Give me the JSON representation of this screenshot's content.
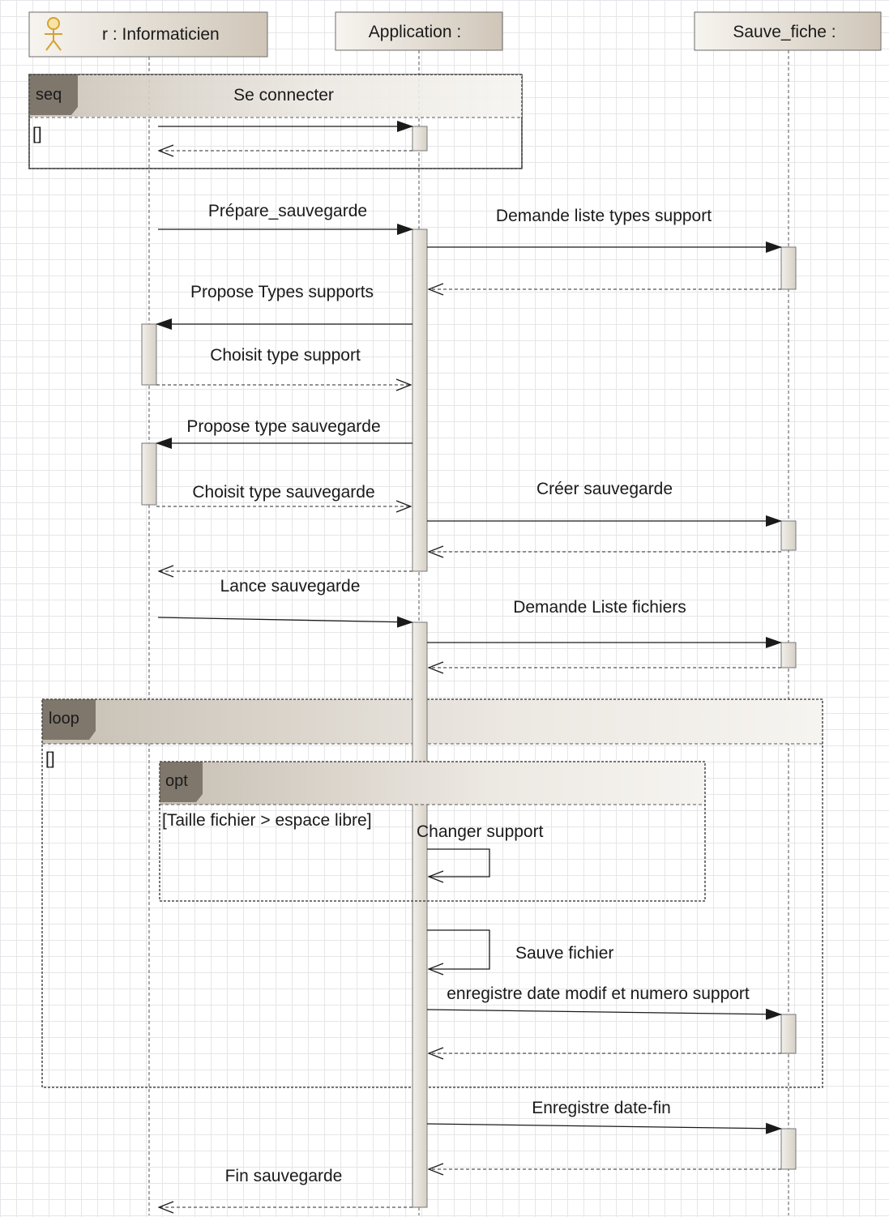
{
  "lifelines": {
    "actor": "r : Informaticien",
    "application": "Application :",
    "sauve": "Sauve_fiche :"
  },
  "frames": {
    "seq": {
      "tag": "seq",
      "title": "Se connecter",
      "guard": "[]"
    },
    "loop": {
      "tag": "loop",
      "guard": "[]"
    },
    "opt": {
      "tag": "opt",
      "guard": "[Taille fichier > espace libre]"
    }
  },
  "messages": {
    "prepare": "Prépare_sauvegarde",
    "demande_types": "Demande liste types support",
    "propose_types": "Propose Types supports",
    "choisit_support": "Choisit type support",
    "propose_sauvegarde": "Propose type sauvegarde",
    "choisit_sauvegarde": "Choisit type sauvegarde",
    "creer": "Créer sauvegarde",
    "lance": "Lance sauvegarde",
    "demande_fichiers": "Demande Liste fichiers",
    "changer": "Changer support",
    "sauve_fichier": "Sauve fichier",
    "enregistre": "enregistre date modif et numero support",
    "date_fin": "Enregistre date-fin",
    "fin": "Fin sauvegarde"
  },
  "colors": {
    "line": "#1a1a1a",
    "dashed": "#555555",
    "head_light": "#f6f3ee",
    "head_dark": "#ccc3b6",
    "actor_icon": "#e0b040",
    "tag_fill": "#7f776c",
    "activation": "#e2ded7"
  }
}
